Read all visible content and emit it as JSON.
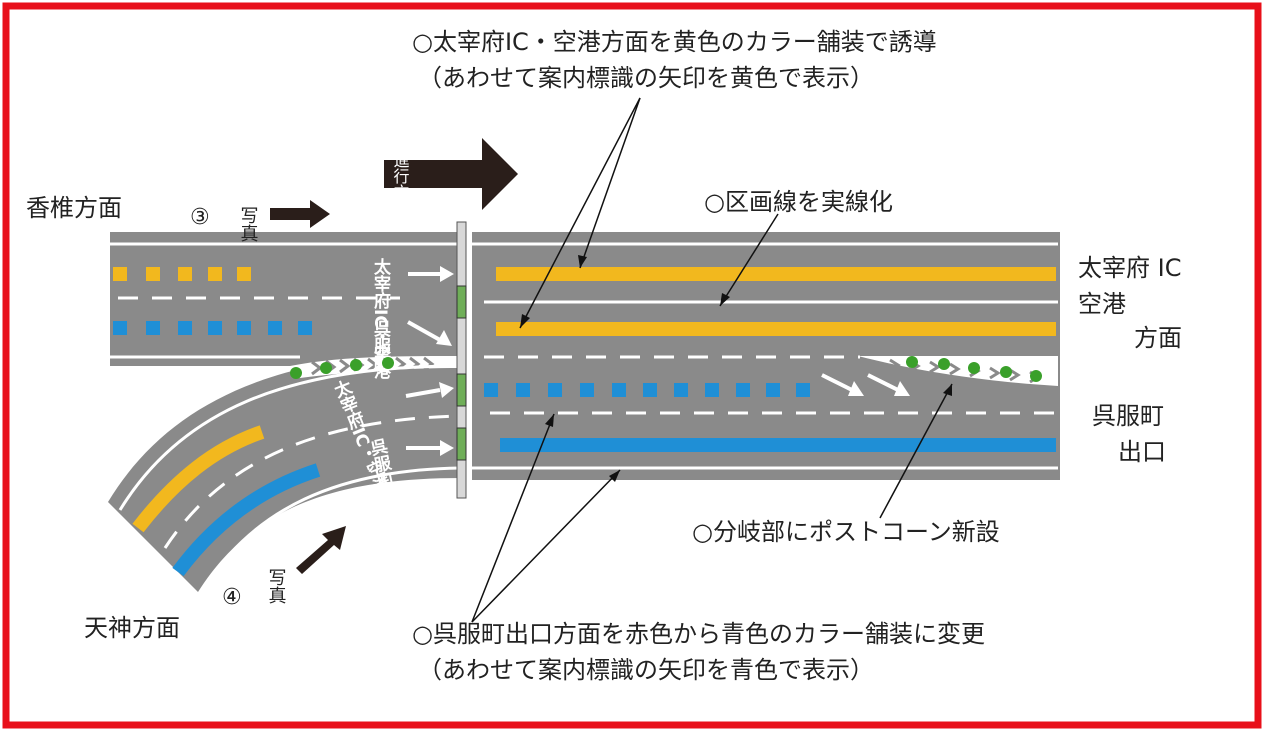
{
  "frame_color": "#e8101a",
  "colors": {
    "road": "#8a8a8a",
    "line": "#ffffff",
    "yellow": "#f2b81e",
    "blue": "#1f8fd6",
    "post_cone": "#3aa02a",
    "sign_arrow": "#2a1e1a"
  },
  "labels": {
    "direction_kashii": "香椎方面",
    "direction_tenjin": "天神方面",
    "dest_dazaifu_line1": "太宰府 IC",
    "dest_dazaifu_line2": "空港",
    "dest_dazaifu_line3": "方面",
    "exit_gofukumachi_line1": "呉服町",
    "exit_gofukumachi_line2": "出口"
  },
  "photos": {
    "photo3_num": "③",
    "photo3_text": "写真",
    "photo4_num": "④",
    "photo4_text": "写真"
  },
  "travel_direction": "進行方向",
  "road_markings": {
    "dazaifu": "太宰府IC・空港",
    "gofukumachi": "呉服町"
  },
  "annotations": {
    "yellow_line1": "○太宰府IC・空港方面を黄色のカラー舗装で誘導",
    "yellow_line2": "（あわせて案内標識の矢印を黄色で表示）",
    "solid_line": "○区画線を実線化",
    "post_cone": "○分岐部にポストコーン新設",
    "blue_line1": "○呉服町出口方面を赤色から青色のカラー舗装に変更",
    "blue_line2": "（あわせて案内標識の矢印を青色で表示）"
  }
}
